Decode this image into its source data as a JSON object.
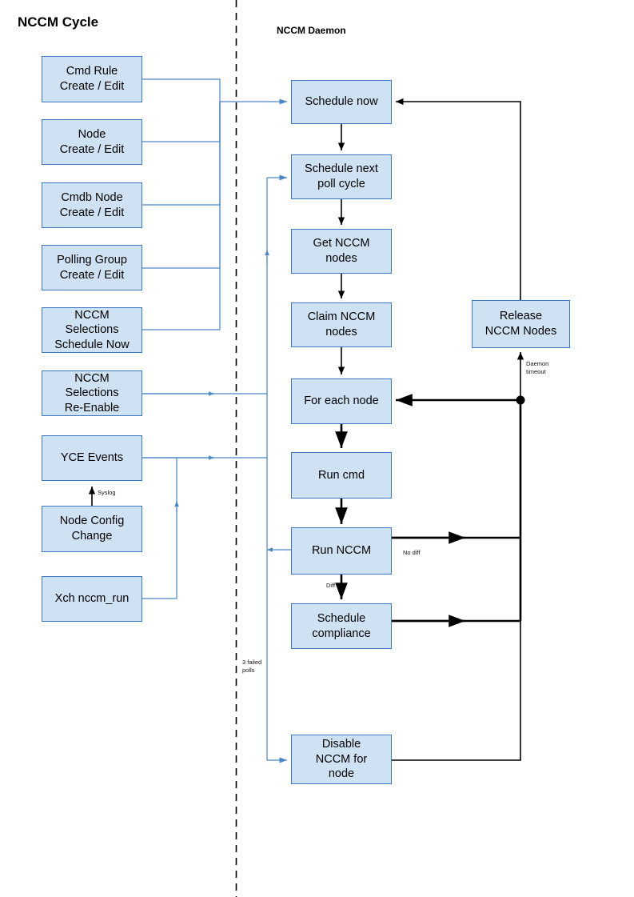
{
  "diagram": {
    "type": "flowchart",
    "titles": {
      "left": "NCCM Cycle",
      "right": "NCCM Daemon"
    },
    "colors": {
      "node_fill": "#cfe2f3",
      "node_border": "#3d76c4",
      "blue_edge": "#4a86c8",
      "black_edge": "#000000",
      "divider": "#000000"
    },
    "left_nodes": [
      {
        "id": "cmd-rule",
        "label": "Cmd Rule\nCreate / Edit"
      },
      {
        "id": "node-create",
        "label": "Node\nCreate / Edit"
      },
      {
        "id": "cmdb-node",
        "label": "Cmdb Node\nCreate / Edit"
      },
      {
        "id": "polling-group",
        "label": "Polling Group\nCreate / Edit"
      },
      {
        "id": "nccm-sel-sched",
        "label": "NCCM\nSelections\nSchedule Now"
      },
      {
        "id": "nccm-sel-reenable",
        "label": "NCCM\nSelections\nRe-Enable"
      },
      {
        "id": "yce-events",
        "label": "YCE Events"
      },
      {
        "id": "node-config",
        "label": "Node Config\nChange"
      },
      {
        "id": "xch-nccm-run",
        "label": "Xch nccm_run"
      }
    ],
    "right_nodes": [
      {
        "id": "schedule-now",
        "label": "Schedule now"
      },
      {
        "id": "schedule-next-poll",
        "label": "Schedule next\npoll cycle"
      },
      {
        "id": "get-nccm-nodes",
        "label": "Get NCCM\nnodes"
      },
      {
        "id": "claim-nccm-nodes",
        "label": "Claim NCCM\nnodes"
      },
      {
        "id": "for-each-node",
        "label": "For each node"
      },
      {
        "id": "run-cmd",
        "label": "Run cmd"
      },
      {
        "id": "run-nccm",
        "label": "Run NCCM"
      },
      {
        "id": "schedule-compliance",
        "label": "Schedule\ncompliance"
      },
      {
        "id": "disable-nccm",
        "label": "Disable\nNCCM for\nnode"
      },
      {
        "id": "release-nccm-nodes",
        "label": "Release\nNCCM Nodes"
      }
    ],
    "edge_labels": [
      {
        "id": "daemon-timeout",
        "text": "Daemon\ntimeout"
      },
      {
        "id": "no-diff",
        "text": "No diff"
      },
      {
        "id": "diff",
        "text": "Diff"
      },
      {
        "id": "syslog",
        "text": "Syslog"
      },
      {
        "id": "failed-polls",
        "text": "3 failed\npolls"
      }
    ]
  }
}
